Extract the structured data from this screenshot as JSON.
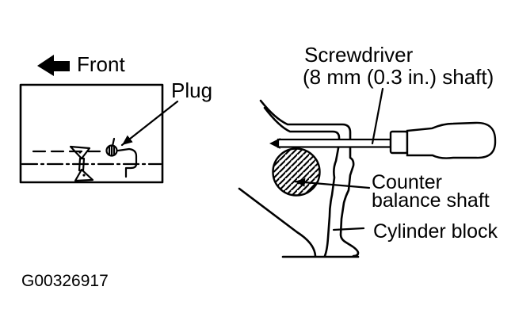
{
  "figure": {
    "code": "G00326917",
    "colors": {
      "line": "#000000",
      "background": "#ffffff"
    }
  },
  "left_view": {
    "direction_label": "Front",
    "direction_icon": "left-arrow-icon",
    "plug_label": "Plug"
  },
  "right_view": {
    "screwdriver_label_line1": "Screwdriver",
    "screwdriver_label_line2": "(8 mm (0.3 in.) shaft)",
    "counter_balance_label_line1": "Counter",
    "counter_balance_label_line2": "balance shaft",
    "cylinder_block_label": "Cylinder block"
  }
}
